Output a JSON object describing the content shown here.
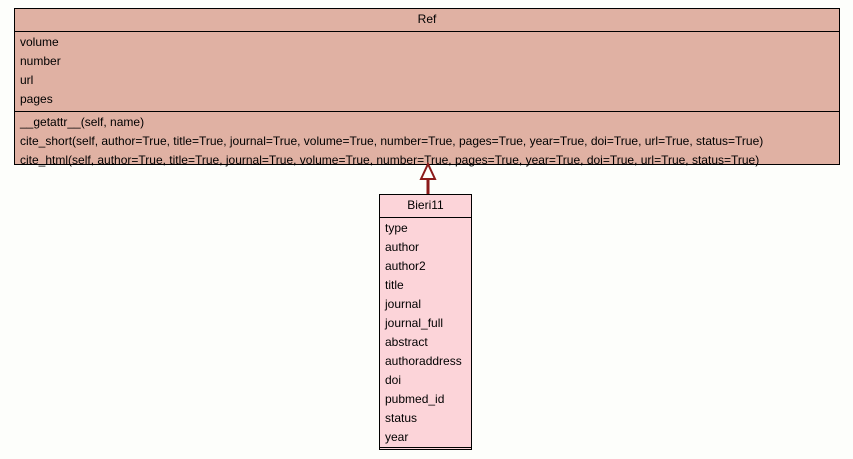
{
  "diagram": {
    "type": "uml-class-diagram",
    "background_color": "#fdfefb",
    "classes": [
      {
        "id": "ref",
        "name": "Ref",
        "fill_color": "#e0b1a3",
        "border_color": "#000000",
        "attributes": [
          "volume",
          "number",
          "url",
          "pages"
        ],
        "methods": [
          "__getattr__(self, name)",
          "cite_short(self, author=True, title=True, journal=True, volume=True, number=True, pages=True, year=True, doi=True, url=True, status=True)",
          "cite_html(self, author=True, title=True, journal=True, volume=True, number=True, pages=True, year=True, doi=True, url=True, status=True)"
        ]
      },
      {
        "id": "bieri11",
        "name": "Bieri11",
        "fill_color": "#fcd4d9",
        "border_color": "#000000",
        "attributes": [
          "type",
          "author",
          "author2",
          "title",
          "journal",
          "journal_full",
          "abstract",
          "authoraddress",
          "doi",
          "pubmed_id",
          "status",
          "year"
        ],
        "methods": []
      }
    ],
    "relationships": [
      {
        "id": "bieri11-extends-ref",
        "kind": "generalization",
        "label": "",
        "from": "Bieri11",
        "to": "Ref",
        "line_color": "#8b1a1a",
        "arrow_fill": "#fdfefb"
      }
    ]
  }
}
